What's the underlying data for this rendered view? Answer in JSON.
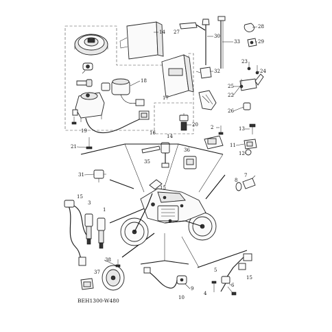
{
  "diagram": {
    "drawing_code": "BEH1300-W480",
    "callouts": [
      {
        "id": "c14a",
        "text": "14"
      },
      {
        "id": "c27",
        "text": "27"
      },
      {
        "id": "c30",
        "text": "30"
      },
      {
        "id": "c33",
        "text": "33"
      },
      {
        "id": "c28",
        "text": "28"
      },
      {
        "id": "c29",
        "text": "29"
      },
      {
        "id": "c18",
        "text": "18"
      },
      {
        "id": "c17",
        "text": "17"
      },
      {
        "id": "c32",
        "text": "32"
      },
      {
        "id": "c23",
        "text": "23"
      },
      {
        "id": "c24",
        "text": "24"
      },
      {
        "id": "c25",
        "text": "25"
      },
      {
        "id": "c22",
        "text": "22"
      },
      {
        "id": "c26",
        "text": "26"
      },
      {
        "id": "c20",
        "text": "20"
      },
      {
        "id": "c19",
        "text": "19"
      },
      {
        "id": "c16",
        "text": "16"
      },
      {
        "id": "c21",
        "text": "21"
      },
      {
        "id": "c2",
        "text": "2"
      },
      {
        "id": "c13",
        "text": "13"
      },
      {
        "id": "c11",
        "text": "11"
      },
      {
        "id": "c12",
        "text": "12"
      },
      {
        "id": "c14b",
        "text": "14"
      },
      {
        "id": "c35",
        "text": "35"
      },
      {
        "id": "c36",
        "text": "36"
      },
      {
        "id": "c31",
        "text": "31"
      },
      {
        "id": "c15a",
        "text": "15"
      },
      {
        "id": "c8",
        "text": "8"
      },
      {
        "id": "c7",
        "text": "7"
      },
      {
        "id": "c15b",
        "text": "15"
      },
      {
        "id": "c3",
        "text": "3"
      },
      {
        "id": "c1",
        "text": "1"
      },
      {
        "id": "c38",
        "text": "38"
      },
      {
        "id": "c37",
        "text": "37"
      },
      {
        "id": "c9",
        "text": "9"
      },
      {
        "id": "c10",
        "text": "10"
      },
      {
        "id": "c5",
        "text": "5"
      },
      {
        "id": "c6",
        "text": "6"
      },
      {
        "id": "c4",
        "text": "4"
      },
      {
        "id": "c15c",
        "text": "15"
      }
    ]
  }
}
